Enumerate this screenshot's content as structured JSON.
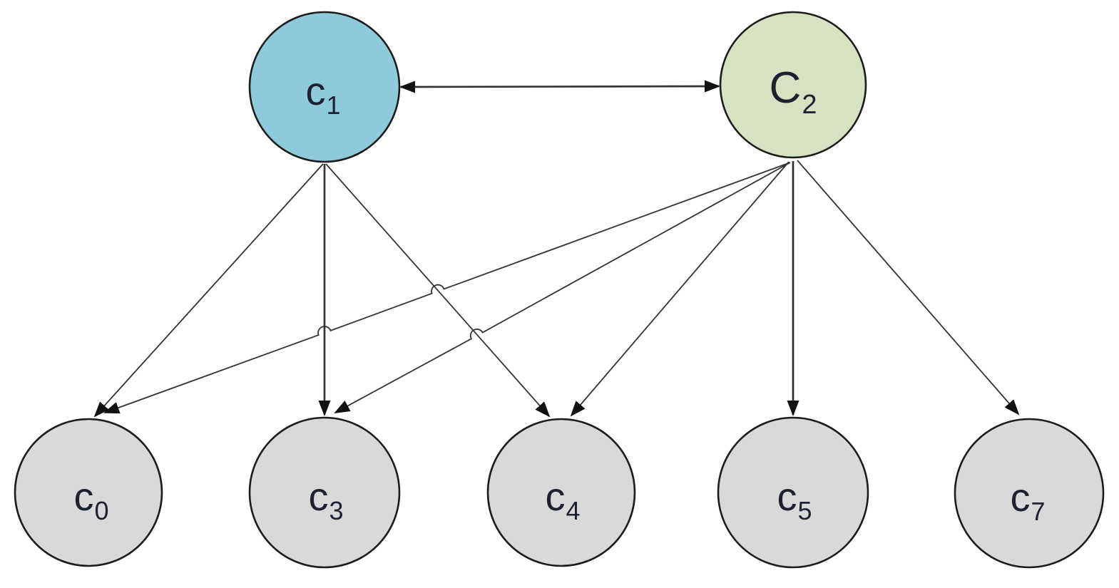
{
  "colors": {
    "background": "#ffffff",
    "edge": "#333333",
    "arrowhead": "#111111",
    "node_stroke": "#1c1c1c",
    "c1_fill": "#8fcada",
    "c2_fill": "#d7e2c2",
    "leaf_fill": "#d9d9d9"
  },
  "nodes": [
    {
      "id": "c1",
      "base": "c",
      "sub": "1",
      "fill": "#8fcada"
    },
    {
      "id": "C2",
      "base": "C",
      "sub": "2",
      "fill": "#d7e2c2"
    },
    {
      "id": "c0",
      "base": "c",
      "sub": "0",
      "fill": "#d9d9d9"
    },
    {
      "id": "c3",
      "base": "c",
      "sub": "3",
      "fill": "#d9d9d9"
    },
    {
      "id": "c4",
      "base": "c",
      "sub": "4",
      "fill": "#d9d9d9"
    },
    {
      "id": "c5",
      "base": "c",
      "sub": "5",
      "fill": "#d9d9d9"
    },
    {
      "id": "c7",
      "base": "c",
      "sub": "7",
      "fill": "#d9d9d9"
    }
  ],
  "edges": [
    {
      "from": "c1",
      "to": "C2",
      "arrow": "both"
    },
    {
      "from": "c1",
      "to": "c0",
      "arrow": "end"
    },
    {
      "from": "c1",
      "to": "c3",
      "arrow": "end"
    },
    {
      "from": "c1",
      "to": "c4",
      "arrow": "end"
    },
    {
      "from": "C2",
      "to": "c0",
      "arrow": "end"
    },
    {
      "from": "C2",
      "to": "c3",
      "arrow": "end"
    },
    {
      "from": "C2",
      "to": "c4",
      "arrow": "end"
    },
    {
      "from": "C2",
      "to": "c5",
      "arrow": "end"
    },
    {
      "from": "C2",
      "to": "c7",
      "arrow": "end"
    }
  ]
}
